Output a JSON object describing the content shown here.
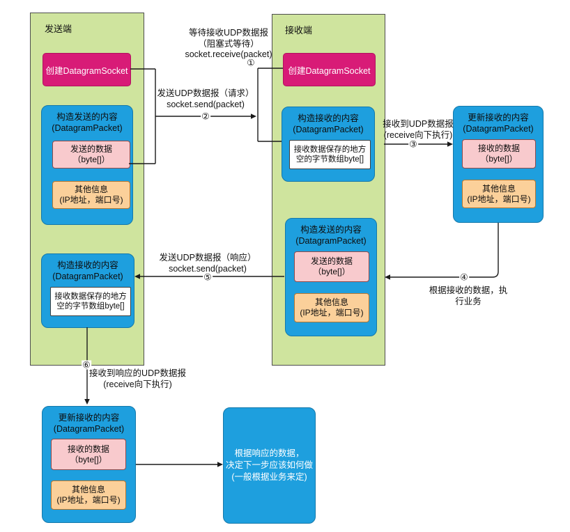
{
  "sender": {
    "title": "发送端",
    "create_socket": "创建DatagramSocket",
    "send_packet": {
      "title": "构造发送的内容",
      "subtitle": "(DatagramPacket)",
      "data": {
        "l1": "发送的数据",
        "l2": "（byte[]）"
      },
      "info": {
        "l1": "其他信息",
        "l2": "(IP地址，端口号)"
      }
    },
    "recv_packet": {
      "title": "构造接收的内容",
      "subtitle": "(DatagramPacket)",
      "buffer": {
        "l1": "接收数据保存的地方",
        "l2": "空的字节数组byte[]"
      }
    },
    "update_packet": {
      "title": "更新接收的内容",
      "subtitle": "(DatagramPacket)",
      "data": {
        "l1": "接收的数据",
        "l2": "（byte[]）"
      },
      "info": {
        "l1": "其他信息",
        "l2": "(IP地址，端口号)"
      }
    },
    "decision": {
      "l1": "根据响应的数据，",
      "l2": "决定下一步应该如何做",
      "l3": "(一般根据业务来定)"
    }
  },
  "receiver": {
    "title": "接收端",
    "create_socket": "创建DatagramSocket",
    "recv_packet": {
      "title": "构造接收的内容",
      "subtitle": "(DatagramPacket)",
      "buffer": {
        "l1": "接收数据保存的地方",
        "l2": "空的字节数组byte[]"
      }
    },
    "send_packet": {
      "title": "构造发送的内容",
      "subtitle": "(DatagramPacket)",
      "data": {
        "l1": "发送的数据",
        "l2": "（byte[]）"
      },
      "info": {
        "l1": "其他信息",
        "l2": "(IP地址，端口号)"
      }
    },
    "update_packet": {
      "title": "更新接收的内容",
      "subtitle": "(DatagramPacket)",
      "data": {
        "l1": "接收的数据",
        "l2": "（byte[]）"
      },
      "info": {
        "l1": "其他信息",
        "l2": "(IP地址，端口号)"
      }
    }
  },
  "steps": {
    "s1": {
      "l1": "等待接收UDP数据报",
      "l2": "（阻塞式等待）",
      "l3": "socket.receive(packet)",
      "num": "①"
    },
    "s2": {
      "l1": "发送UDP数据报（请求）",
      "l2": "socket.send(packet)",
      "num": "②"
    },
    "s3": {
      "l1": "接收到UDP数据报",
      "l2": "(receive向下执行)",
      "num": "③"
    },
    "s4": {
      "l1": "根据接收的数据，执",
      "l2": "行业务",
      "num": "④"
    },
    "s5": {
      "l1": "发送UDP数据报（响应）",
      "l2": "socket.send(packet)",
      "num": "⑤"
    },
    "s6": {
      "l1": "接收到响应的UDP数据报",
      "l2": "(receive向下执行)",
      "num": "⑥"
    }
  },
  "colors": {
    "panel_green": "#cfe49e",
    "box_blue": "#1e9fde",
    "box_magenta": "#d81b77",
    "box_pink": "#f8cacd",
    "box_orange": "#fbd09a",
    "line": "#1a1a1a"
  }
}
